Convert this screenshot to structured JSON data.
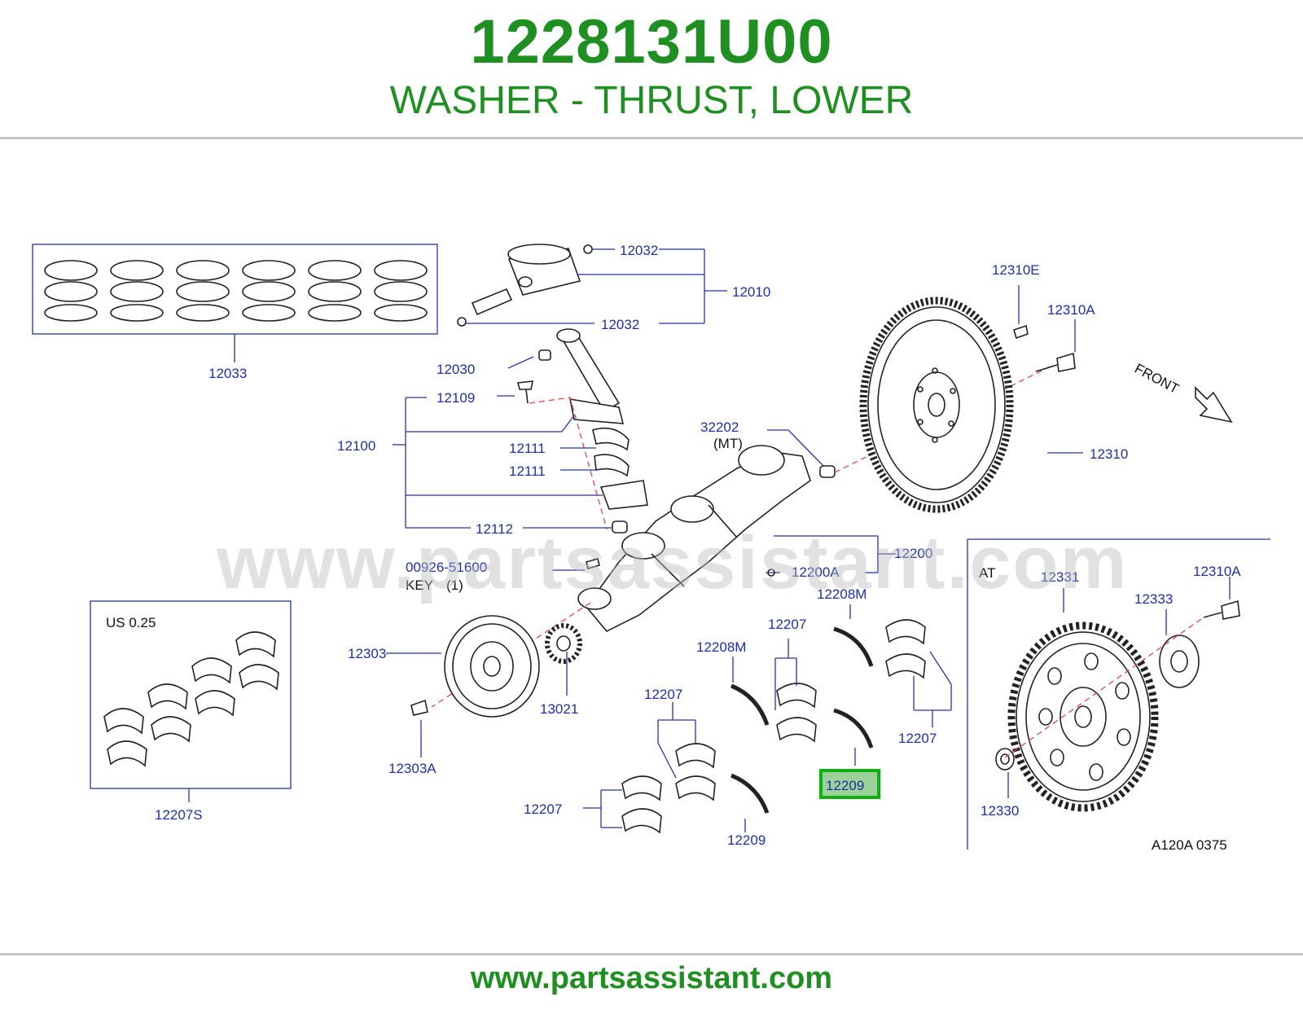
{
  "header": {
    "part_number": "1228131U00",
    "part_name": "WASHER - THRUST, LOWER"
  },
  "watermark": "www.partsassistant.com",
  "footer": {
    "url": "www.partsassistant.com"
  },
  "colors": {
    "brand_green": "#1f8f22",
    "label_blue": "#1f2fa8",
    "highlight_fill": "#9ad29a",
    "highlight_border": "#11b011",
    "centerline_red": "#e34848"
  },
  "diagram": {
    "labels": {
      "p12032a": "12032",
      "p12010": "12010",
      "p12032b": "12032",
      "p12033": "12033",
      "p12030": "12030",
      "p12109": "12109",
      "p12100": "12100",
      "p12111a": "12111",
      "p12111b": "12111",
      "p12112": "12112",
      "p32202": "32202",
      "p32202_note": "(MT)",
      "p12310E": "12310E",
      "p12310A": "12310A",
      "p12310": "12310",
      "front": "FRONT",
      "p12200": "12200",
      "p12200A": "12200A",
      "p00926": "00926-51600",
      "key": "KEY",
      "key_qty": "(1)",
      "us_size": "US   0.25",
      "p12207S": "12207S",
      "p12303": "12303",
      "p12303A": "12303A",
      "p13021": "13021",
      "p12208Ma": "12208M",
      "p12208Mb": "12208M",
      "p12207a": "12207",
      "p12207b": "12207",
      "p12207c": "12207",
      "p12207d": "12207",
      "p12209_highlight": "12209",
      "p12209b": "12209",
      "at": "AT",
      "p12331": "12331",
      "p12333": "12333",
      "p12310A_at": "12310A",
      "p12330": "12330",
      "ref_code": "A120A   0375"
    }
  }
}
